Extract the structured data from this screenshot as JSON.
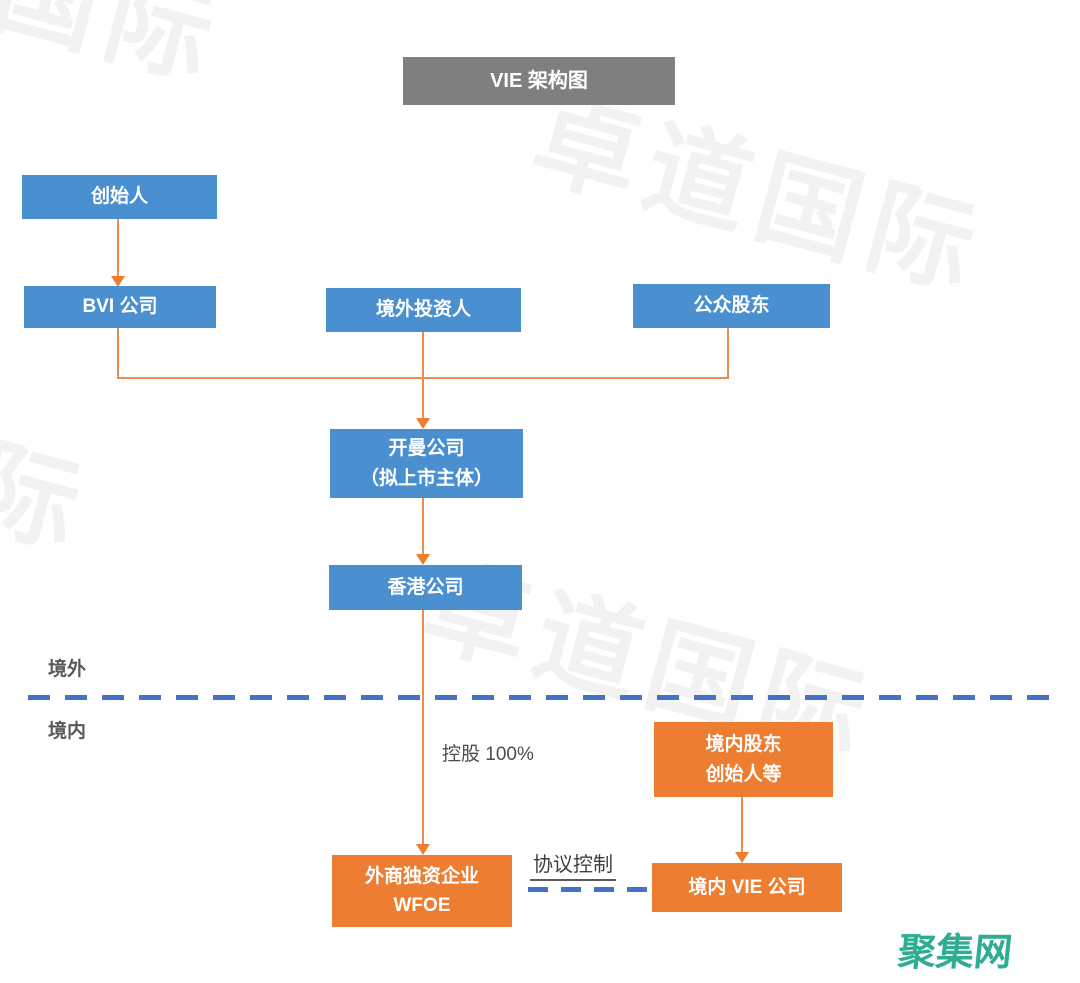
{
  "diagram": {
    "title": "VIE 架构图",
    "regions": {
      "overseas": "境外",
      "domestic": "境内"
    },
    "nodes": {
      "founder": {
        "label": "创始人"
      },
      "bvi": {
        "label": "BVI 公司"
      },
      "overseas_investors": {
        "label": "境外投资人"
      },
      "public_shareholders": {
        "label": "公众股东"
      },
      "cayman": {
        "line1": "开曼公司",
        "line2": "（拟上市主体）"
      },
      "hongkong": {
        "label": "香港公司"
      },
      "domestic_shareholders": {
        "line1": "境内股东",
        "line2": "创始人等"
      },
      "wfoe": {
        "line1": "外商独资企业",
        "line2": "WFOE"
      },
      "domestic_vie": {
        "label": "境内 VIE 公司"
      }
    },
    "edge_labels": {
      "holding": "控股 100%",
      "contractual_control": "协议控制"
    },
    "colors": {
      "blue_node": "#4A90D0",
      "orange_node": "#ED7D31",
      "arrow_line": "#ED8C4F",
      "dashed_divider": "#4472C4",
      "title_bg": "#7F7F7F",
      "site_mark_green": "#2EAD92"
    }
  },
  "watermarks": {
    "brand": "卓道国际",
    "site": "聚集网"
  }
}
